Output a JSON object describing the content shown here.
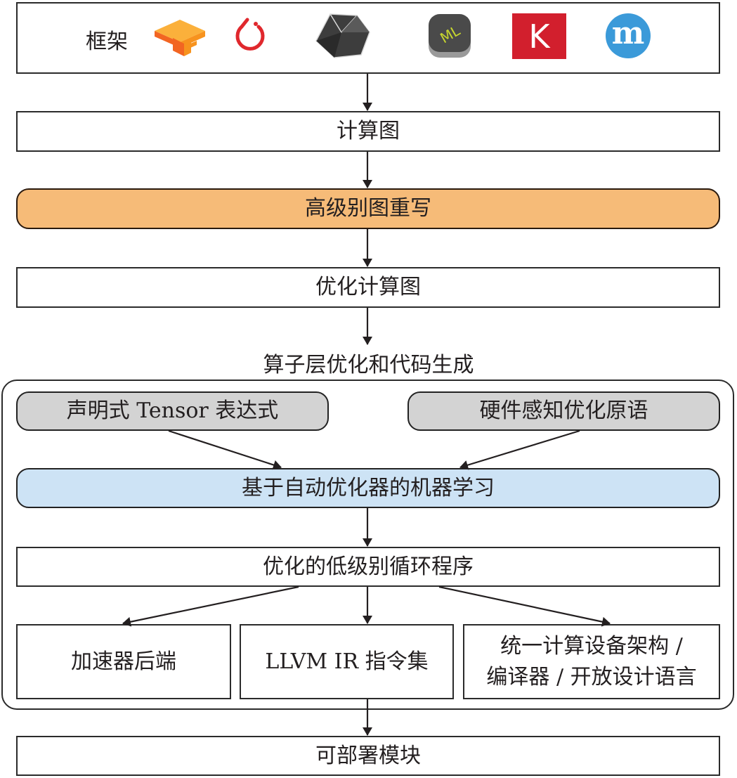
{
  "frameworks": {
    "label": "框架",
    "logos": [
      {
        "name": "tensorflow-logo",
        "color": "#F7931E"
      },
      {
        "name": "pytorch-logo",
        "color": "#E0282D"
      },
      {
        "name": "mxnet-onnx-logo",
        "color": "#3a3a3a"
      },
      {
        "name": "coreml-logo",
        "text": "ML",
        "color": "#C8D82E"
      },
      {
        "name": "keras-logo",
        "text": "K",
        "color": "#D21F2D"
      },
      {
        "name": "mlflow-m-logo",
        "text": "m",
        "color": "#3B9AD9"
      }
    ]
  },
  "nodes": {
    "compute_graph": "计算图",
    "high_level_rewrite": "高级别图重写",
    "optimized_graph": "优化计算图",
    "operator_section_title": "算子层优化和代码生成",
    "declarative_tensor": "声明式 Tensor 表达式",
    "hardware_primitives": "硬件感知优化原语",
    "ml_auto_optimizer": "基于自动优化器的机器学习",
    "optimized_loop_program": "优化的低级别循环程序",
    "accelerator_backend": "加速器后端",
    "llvm_ir": "LLVM IR 指令集",
    "cuda_opencl_line1": "统一计算设备架构 /",
    "cuda_opencl_line2": "编译器 / 开放设计语言",
    "deployable_module": "可部署模块"
  },
  "colors": {
    "high_level_rewrite": "#F6BB78",
    "ml_auto_optimizer": "#CDE3F5",
    "pill_gray": "#D3D3D3",
    "stroke": "#231F20"
  }
}
